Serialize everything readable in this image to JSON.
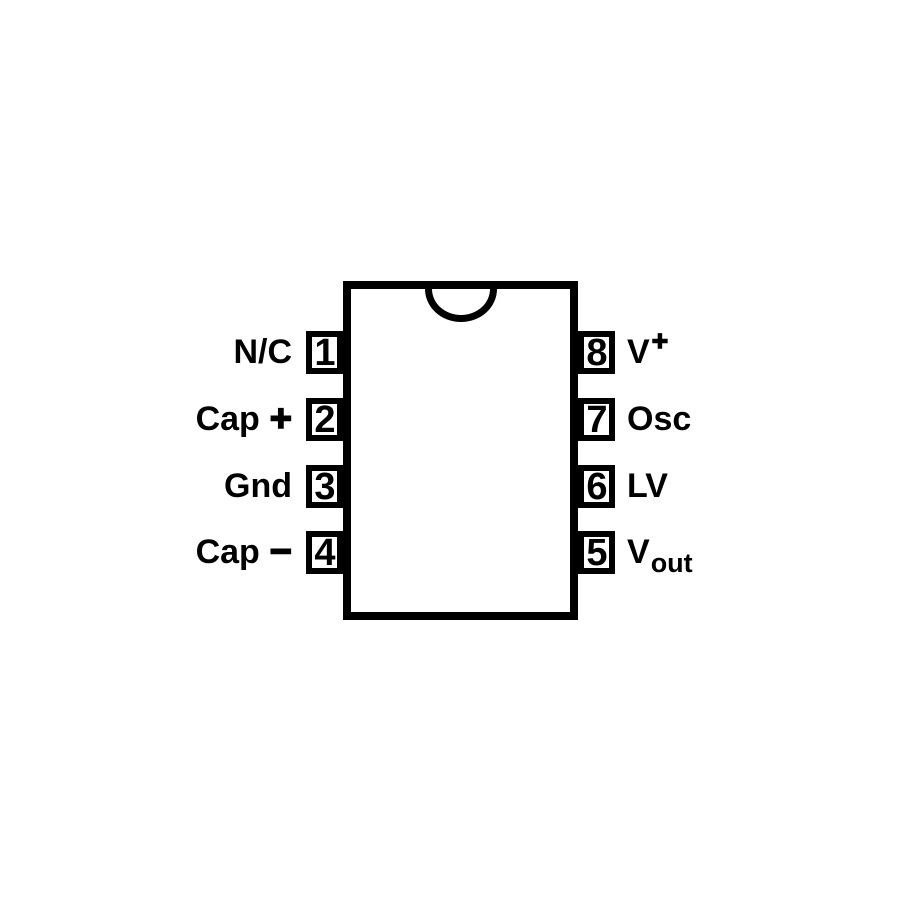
{
  "colors": {
    "line": "#000000",
    "background": "#ffffff"
  },
  "ic": {
    "package": "8-pin DIP outline with top-center orientation notch"
  },
  "pins": {
    "left": [
      {
        "number": "1",
        "label": "N/C",
        "suffix": ""
      },
      {
        "number": "2",
        "label": "Cap",
        "suffix": "+"
      },
      {
        "number": "3",
        "label": "Gnd",
        "suffix": ""
      },
      {
        "number": "4",
        "label": "Cap",
        "suffix": "−"
      }
    ],
    "right": [
      {
        "number": "8",
        "label": "V",
        "sup": "+"
      },
      {
        "number": "7",
        "label": "Osc"
      },
      {
        "number": "6",
        "label": "LV"
      },
      {
        "number": "5",
        "label": "V",
        "sub": "out"
      }
    ]
  }
}
